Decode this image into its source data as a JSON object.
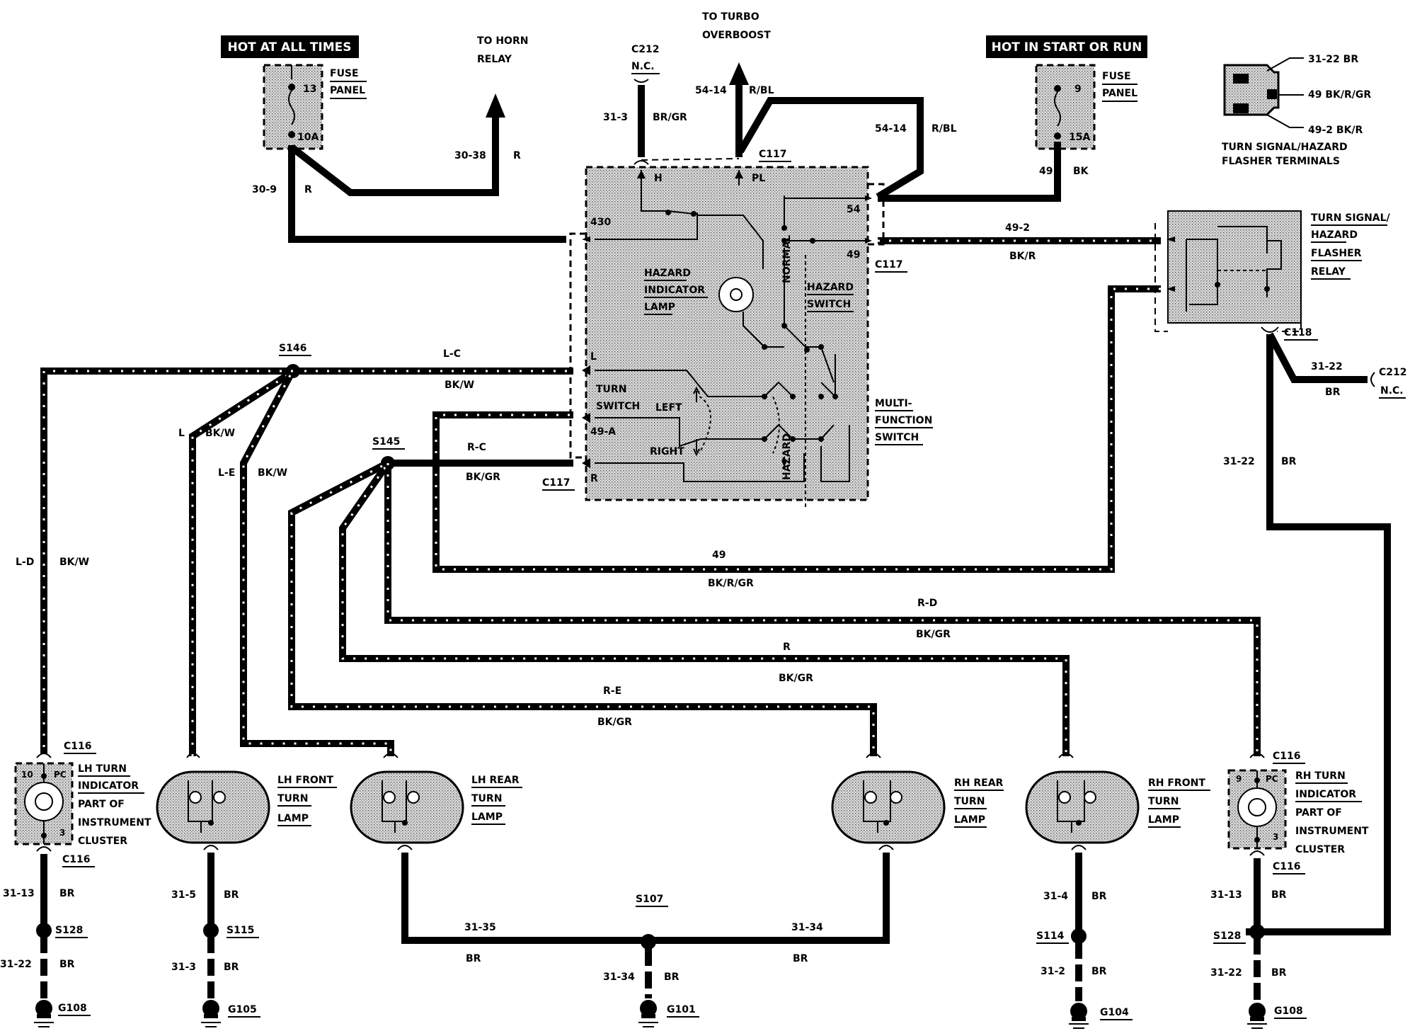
{
  "banners": {
    "hot_always": "HOT AT ALL TIMES",
    "hot_start_run": "HOT IN START OR RUN"
  },
  "fuse13": {
    "num": "13",
    "amp": "10A",
    "label1": "FUSE",
    "label2": "PANEL"
  },
  "fuse9": {
    "num": "9",
    "amp": "15A",
    "label1": "FUSE",
    "label2": "PANEL"
  },
  "top": {
    "horn1": "TO HORN",
    "horn2": "RELAY",
    "turbo1": "TO TURBO",
    "turbo2": "OVERBOOST"
  },
  "c212_top": {
    "name": "C212",
    "nc": "N.C."
  },
  "c212_right": {
    "name": "C212",
    "nc": "N.C."
  },
  "wires": {
    "w30_38": "30-38",
    "w30_38c": "R",
    "w30_9": "30-9",
    "w30_9c": "R",
    "w31_3": "31-3",
    "w31_3c": "BR/GR",
    "w54_14a": "54-14",
    "w54_14ac": "R/BL",
    "w54_14b": "54-14",
    "w54_14bc": "R/BL",
    "w49": "49",
    "w49c": "BK",
    "w49_2": "49-2",
    "w49_2c": "BK/R",
    "wLC": "L-C",
    "wLCc": "BK/W",
    "wRC": "R-C",
    "wRCc": "BK/GR",
    "wL": "L",
    "wLcol": "BK/W",
    "wLE": "L-E",
    "wLEc": "BK/W",
    "wLD": "L-D",
    "wLDc": "BK/W",
    "w49b": "49",
    "w49bc": "BK/R/GR",
    "wRD": "R-D",
    "wRDc": "BK/GR",
    "wR": "R",
    "wRcol": "BK/GR",
    "wRE": "R-E",
    "wREc": "BK/GR",
    "w31_22r": "31-22",
    "w31_22rc": "BR",
    "w31_22v": "31-22",
    "w31_22vc": "BR",
    "b31_13l": "31-13",
    "b31_13lc": "BR",
    "b31_22l": "31-22",
    "b31_22lc": "BR",
    "b31_5": "31-5",
    "b31_5c": "BR",
    "b31_3": "31-3",
    "b31_3c": "BR",
    "b31_35": "31-35",
    "b31_35c": "BR",
    "b31_34a": "31-34",
    "b31_34ac": "BR",
    "b31_34b": "31-34",
    "b31_34bc": "BR",
    "b31_4": "31-4",
    "b31_4c": "BR",
    "b31_2": "31-2",
    "b31_2c": "BR",
    "b31_13r": "31-13",
    "b31_13rc": "BR",
    "b31_22r": "31-22",
    "b31_22rc": "BR"
  },
  "connectors": {
    "c117a": "C117",
    "c117b": "C117",
    "c117c": "C117",
    "c118": "C118",
    "c116a": "C116",
    "c116b": "C116",
    "c116c": "C116",
    "c116d": "C116"
  },
  "splices": {
    "s146": "S146",
    "s145": "S145",
    "s107": "S107",
    "s128a": "S128",
    "s115": "S115",
    "s114": "S114",
    "s128b": "S128"
  },
  "grounds": {
    "g108a": "G108",
    "g105": "G105",
    "g101": "G101",
    "g104": "G104",
    "g108b": "G108"
  },
  "mfs": {
    "pin_h": "H",
    "pin_pl": "PL",
    "pin_430": "430",
    "pin_54": "54",
    "pin_49": "49",
    "pin_l": "L",
    "pin_49a": "49-A",
    "pin_r": "R",
    "hazard1": "HAZARD",
    "hazard2": "INDICATOR",
    "hazard3": "LAMP",
    "hsw1": "HAZARD",
    "hsw2": "SWITCH",
    "normal": "NORMAL",
    "hazard_v": "HAZARD",
    "turn1": "TURN",
    "turn2": "SWITCH",
    "left": "LEFT",
    "right": "RIGHT",
    "mf1": "MULTI-",
    "mf2": "FUNCTION",
    "mf3": "SWITCH"
  },
  "flasher": {
    "label1": "TURN SIGNAL/",
    "label2": "HAZARD",
    "label3": "FLASHER",
    "label4": "RELAY",
    "t1": "31-22 BR",
    "t2": "49 BK/R/GR",
    "t3": "49-2 BK/R",
    "cap1": "TURN SIGNAL/HAZARD",
    "cap2": "FLASHER TERMINALS"
  },
  "lamps": {
    "lh_front": [
      "LH FRONT",
      "TURN",
      "LAMP"
    ],
    "lh_rear": [
      "LH REAR",
      "TURN",
      "LAMP"
    ],
    "rh_rear": [
      "RH REAR",
      "TURN",
      "LAMP"
    ],
    "rh_front": [
      "RH FRONT",
      "TURN",
      "LAMP"
    ]
  },
  "indicators": {
    "lh": {
      "pin_a": "10",
      "pin_b": "PC",
      "pin_c": "3",
      "l1": "LH TURN",
      "l2": "INDICATOR",
      "l3": "PART OF",
      "l4": "INSTRUMENT",
      "l5": "CLUSTER"
    },
    "rh": {
      "pin_a": "9",
      "pin_b": "PC",
      "pin_c": "3",
      "l1": "RH TURN",
      "l2": "INDICATOR",
      "l3": "PART OF",
      "l4": "INSTRUMENT",
      "l5": "CLUSTER"
    }
  }
}
